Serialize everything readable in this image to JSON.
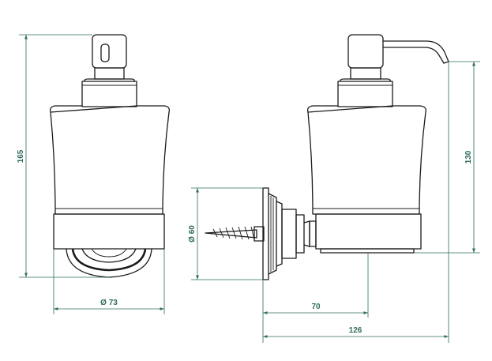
{
  "dimensions": {
    "height_total": "165",
    "diameter_base": "Ø 73",
    "diameter_mount": "Ø 60",
    "height_wall": "130",
    "depth_mount": "70",
    "depth_total": "126"
  },
  "colors": {
    "dimension_lines": "#2f6b5e",
    "outline": "#1a1a1a"
  }
}
